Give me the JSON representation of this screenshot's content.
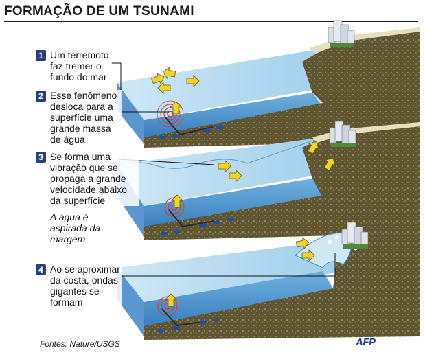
{
  "title": "FORMAÇÃO DE UM TSUNAMI",
  "steps": [
    {
      "number": "1",
      "text": "Um terremoto faz tremer o fundo do mar"
    },
    {
      "number": "2",
      "text": "Esse fenômeno desloca para a superfície uma grande massa de água"
    },
    {
      "number": "3",
      "text": "Se forma uma vibração que se propaga a grande velocidade abaixo da superfície"
    },
    {
      "number": "4",
      "text": "Ao se aproximar da costa, ondas gigantes se formam"
    }
  ],
  "note": "A água é aspirada da margem",
  "source": "Fontes: Nature/USGS",
  "logo": "AFP",
  "colors": {
    "water": "#8fc6e8",
    "water_dark": "#3f88c6",
    "seabed": "#5a5028",
    "arrow": "#f2d32a",
    "step_badge": "#27407a",
    "quake_ring": "#d9382c"
  }
}
